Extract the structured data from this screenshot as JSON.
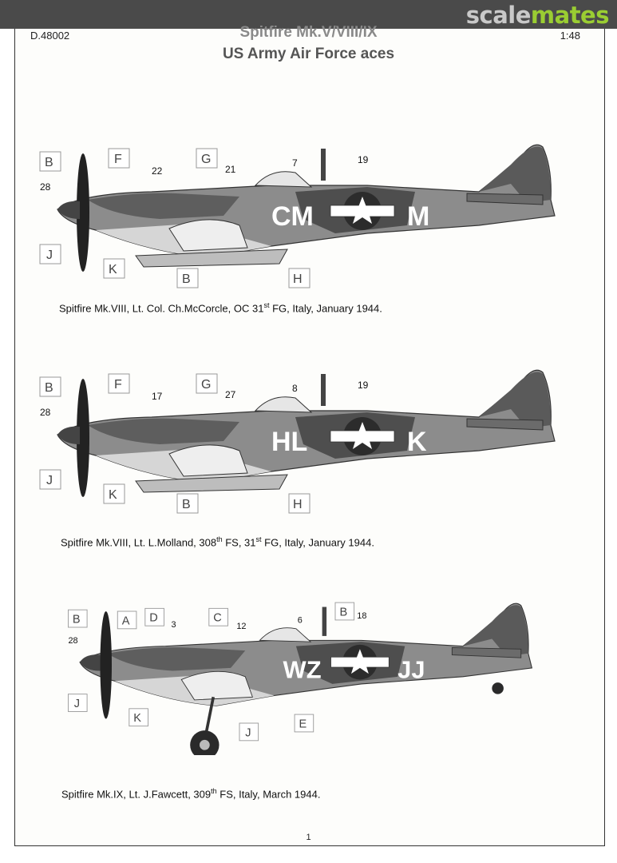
{
  "header": {
    "logo_part1": "scale",
    "logo_part2": "mates",
    "code": "D.48002",
    "scale": "1:48",
    "title": "Spitfire Mk.V/VIII/IX",
    "subtitle": "US Army Air Force aces"
  },
  "profiles": [
    {
      "callouts": {
        "a": "B",
        "b": "F",
        "c": "G",
        "d": "J",
        "e": "K",
        "f": "B",
        "g": "H"
      },
      "numbers": {
        "a": "28",
        "b": "22",
        "c": "21",
        "d": "7",
        "e": "19"
      },
      "code_left": "CM",
      "code_right": "M",
      "caption": {
        "pre": "Spitfire Mk.VIII, Lt. Col. Ch.McCorcle, OC 31",
        "sup1": "st",
        "mid": " FG, Italy, January 1944."
      }
    },
    {
      "callouts": {
        "a": "B",
        "b": "F",
        "c": "G",
        "d": "J",
        "e": "K",
        "f": "B",
        "g": "H"
      },
      "numbers": {
        "a": "28",
        "b": "17",
        "c": "27",
        "d": "8",
        "e": "19"
      },
      "code_left": "HL",
      "code_right": "K",
      "caption": {
        "pre": "Spitfire Mk.VIII, Lt. L.Molland, 308",
        "sup1": "th",
        "mid": " FS, 31",
        "sup2": "st",
        "post": " FG, Italy, January 1944."
      }
    },
    {
      "callouts": {
        "a": "B",
        "b": "A",
        "c": "D",
        "d": "C",
        "e": "B",
        "f": "J",
        "g": "K",
        "h": "J",
        "i": "E"
      },
      "numbers": {
        "a": "28",
        "b": "3",
        "c": "12",
        "d": "6",
        "e": "18"
      },
      "code_left": "WZ",
      "code_right": "JJ",
      "caption": {
        "pre": "Spitfire Mk.IX, Lt. J.Fawcett, 309",
        "sup1": "th",
        "mid": " FS, Italy, March 1944."
      }
    }
  ],
  "page_number": "1"
}
